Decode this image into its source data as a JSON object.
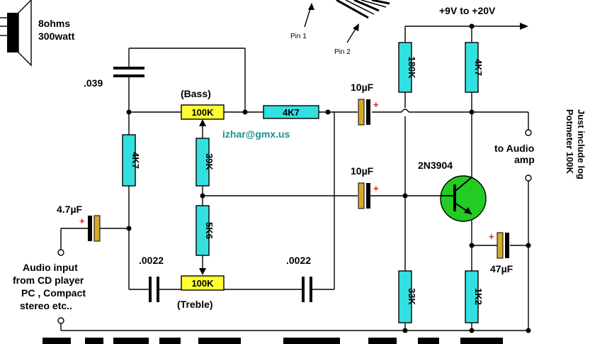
{
  "speaker": {
    "line1": "8ohms",
    "line2": "300watt"
  },
  "pins": {
    "pin1": "Pin 1",
    "pin2": "Pin 2"
  },
  "supply": "+9V to +20V",
  "capacitors": {
    "c_039": ".039",
    "c_10uf_top": "10µF",
    "c_10uf_mid": "10µF",
    "c_47uf_in": "4.7µF",
    "c_0022_left": ".0022",
    "c_0022_right": ".0022",
    "c_47uf_out": "47µF",
    "plus": "+"
  },
  "resistors": {
    "bass_pot": "100K",
    "r_4k7_series": "4K7",
    "r_4k7_vert": "4K7",
    "r_39k": "39K",
    "r_5k6": "5K6",
    "treble_pot": "100K",
    "r_180k": "180K",
    "r_4k7_collector": "4K7",
    "r_33k": "33K",
    "r_1k2": "1K2"
  },
  "labels": {
    "bass": "(Bass)",
    "treble": "(Treble)",
    "email": "izhar@gmx.us",
    "transistor": "2N3904",
    "to_audio_1": "to Audio",
    "to_audio_2": "amp",
    "note_1": "Just include log",
    "note_2": "Potmeter 100K",
    "input_1": "Audio input",
    "input_2": "from CD player",
    "input_3": "PC , Compact",
    "input_4": "stereo etc.."
  },
  "colors": {
    "resistor_cyan": "#33e0e0",
    "pot_yellow": "#ffff33",
    "cap_gold": "#d4aa2a",
    "transistor_green": "#22cc22",
    "email_teal": "#1f8f8f"
  }
}
